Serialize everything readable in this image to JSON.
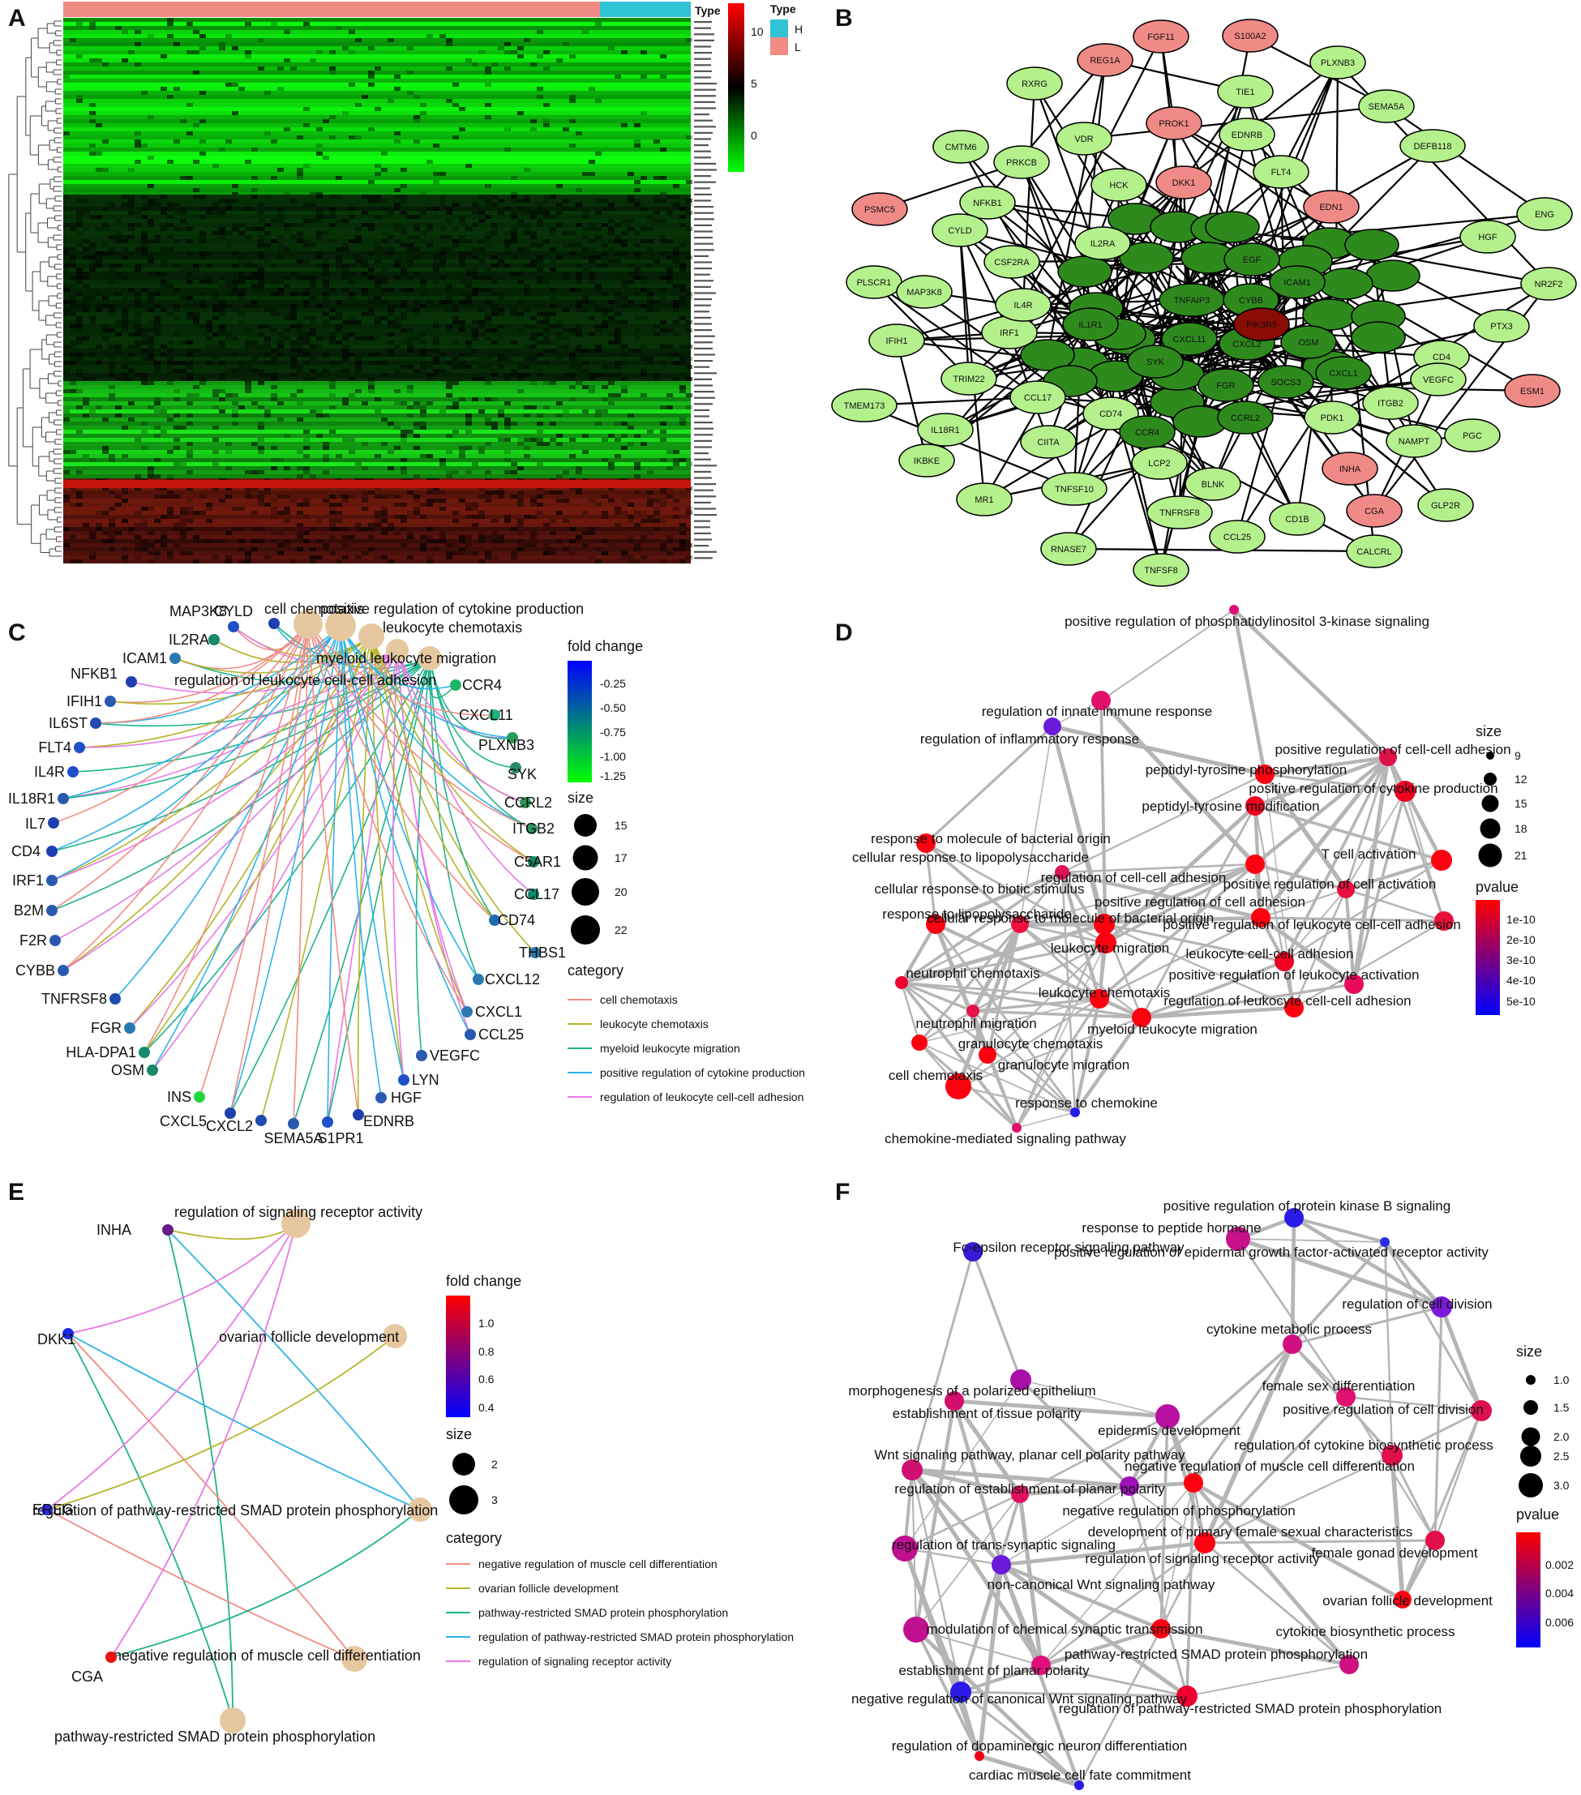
{
  "panels": {
    "A": {
      "label": "A",
      "annotation_title": "Type",
      "legend_title": "Type",
      "legend_items": [
        {
          "name": "H",
          "color": "#2ec4d6"
        },
        {
          "name": "L",
          "color": "#f08c84"
        }
      ],
      "colorbar_ticks": [
        "10",
        "5",
        "0"
      ],
      "colorbar_colors": [
        "#ff0000",
        "#000000",
        "#00ff00"
      ]
    },
    "B": {
      "label": "B",
      "node_labels": [
        "FGF11",
        "S100A2",
        "REG1A",
        "RXRG",
        "TIE1",
        "PLXNB3",
        "SEMA5A",
        "VDR",
        "PROK1",
        "EDNRB",
        "DEFB118",
        "CMTM6",
        "PRKCB",
        "HCK",
        "DKK1",
        "FLT4",
        "PSMC5",
        "NFKB1",
        "ENG",
        "CYLD",
        "HGF",
        "IL2RA",
        "EGF",
        "ICAM1",
        "NR2F2",
        "PLSCR1",
        "CSF2RA",
        "MAP3K8",
        "TNFAIP3",
        "CYBB",
        "PTX3",
        "IFIH1",
        "IRF1",
        "CXCL11",
        "CXCL2",
        "OSM",
        "CD4",
        "TRIM22",
        "SYK",
        "SOCS3",
        "VEGFC",
        "ESM1",
        "TMEM173",
        "CCL17",
        "ITGB2",
        "IL18R1",
        "CD74",
        "NAMPT",
        "PGC",
        "IKBKE",
        "CIITA",
        "CCR4",
        "CCRL2",
        "PDK1",
        "IL4R",
        "INHA",
        "MR1",
        "TNFSF10",
        "LCP2",
        "BLNK",
        "CD1B",
        "CGA",
        "GLP2R",
        "RNASE7",
        "TNFRSF8",
        "CCL25",
        "CALCRL",
        "TNFSF8",
        "IL1R1",
        "PIK3R5",
        "EDN1",
        "FGR",
        "CXCL1"
      ],
      "colors": {
        "light_green": "#b4f08c",
        "dark_green": "#2f8a1e",
        "pink": "#f08a86",
        "dark_red": "#8a0c04"
      }
    },
    "C": {
      "label": "C",
      "genes": [
        "MAP3K8",
        "CYLD",
        "IL2RA",
        "ICAM1",
        "NFKB1",
        "IFIH1",
        "IL6ST",
        "FLT4",
        "IL4R",
        "IL18R1",
        "IL7",
        "CD4",
        "IRF1",
        "B2M",
        "F2R",
        "CYBB",
        "TNFRSF8",
        "FGR",
        "HLA-DPA1",
        "OSM",
        "INS",
        "CXCL5",
        "CXCL2",
        "SEMA5A",
        "S1PR1",
        "EDNRB",
        "HGF",
        "LYN",
        "VEGFC",
        "CCL25",
        "CXCL1",
        "CXCL12",
        "THBS1",
        "CD74",
        "CCL17",
        "C5AR1",
        "ITGB2",
        "CCRL2",
        "SYK",
        "PLXNB3",
        "CXCL11",
        "CCR4"
      ],
      "terms": [
        "cell chemotaxis",
        "positive regulation of cytokine production",
        "leukocyte chemotaxis",
        "myeloid leukocyte migration",
        "regulation of leukocyte cell-cell adhesion"
      ],
      "legend_fold_title": "fold change",
      "fold_ticks": [
        "-0.25",
        "-0.50",
        "-0.75",
        "-1.00",
        "-1.25"
      ],
      "legend_size_title": "size",
      "size_ticks": [
        "15",
        "17",
        "20",
        "22"
      ],
      "legend_category_title": "category",
      "categories": [
        {
          "name": "cell chemotaxis",
          "color": "#f08c84"
        },
        {
          "name": "leukocyte chemotaxis",
          "color": "#b5b52a"
        },
        {
          "name": "myeloid leukocyte migration",
          "color": "#1fb38c"
        },
        {
          "name": "positive regulation of cytokine production",
          "color": "#2eb4e6"
        },
        {
          "name": "regulation of leukocyte cell-cell adhesion",
          "color": "#e67ae6"
        }
      ]
    },
    "D": {
      "label": "D",
      "terms": [
        "positive regulation of phosphatidylinositol 3-kinase signaling",
        "regulation of innate immune response",
        "regulation of inflammatory response",
        "positive regulation of cell-cell adhesion",
        "peptidyl-tyrosine phosphorylation",
        "positive regulation of cytokine production",
        "peptidyl-tyrosine modification",
        "response to molecule of bacterial origin",
        "cellular response to lipopolysaccharide",
        "T cell activation",
        "cellular response to biotic stimulus",
        "regulation of cell-cell adhesion",
        "positive regulation of cell activation",
        "response to lipopolysaccharide",
        "cellular response to molecule of bacterial origin",
        "positive regulation of cell adhesion",
        "positive regulation of leukocyte cell-cell adhesion",
        "leukocyte migration",
        "leukocyte cell-cell adhesion",
        "neutrophil chemotaxis",
        "positive regulation of leukocyte activation",
        "leukocyte chemotaxis",
        "regulation of leukocyte cell-cell adhesion",
        "neutrophil migration",
        "myeloid leukocyte migration",
        "granulocyte chemotaxis",
        "granulocyte migration",
        "cell chemotaxis",
        "response to chemokine",
        "chemokine-mediated signaling pathway"
      ],
      "legend_size_title": "size",
      "size_ticks": [
        "9",
        "12",
        "15",
        "18",
        "21"
      ],
      "legend_p_title": "pvalue",
      "p_ticks": [
        "1e-10",
        "2e-10",
        "3e-10",
        "4e-10",
        "5e-10"
      ]
    },
    "E": {
      "label": "E",
      "genes": [
        "INHA",
        "DKK1",
        "EREG",
        "CGA"
      ],
      "terms": [
        "regulation of signaling receptor activity",
        "ovarian follicle development",
        "regulation of pathway-restricted SMAD protein phosphorylation",
        "negative regulation of muscle cell differentiation",
        "pathway-restricted SMAD protein phosphorylation"
      ],
      "legend_fold_title": "fold change",
      "fold_ticks": [
        "1.0",
        "0.8",
        "0.6",
        "0.4"
      ],
      "legend_size_title": "size",
      "size_ticks": [
        "2",
        "3"
      ],
      "legend_category_title": "category",
      "categories": [
        {
          "name": "negative regulation of muscle cell differentiation",
          "color": "#f08c84"
        },
        {
          "name": "ovarian follicle development",
          "color": "#b5b52a"
        },
        {
          "name": "pathway-restricted SMAD protein phosphorylation",
          "color": "#1fb38c"
        },
        {
          "name": "regulation of pathway-restricted SMAD protein phosphorylation",
          "color": "#2eb4e6"
        },
        {
          "name": "regulation of signaling receptor activity",
          "color": "#e67ae6"
        }
      ]
    },
    "F": {
      "label": "F",
      "terms": [
        "positive regulation of protein kinase B signaling",
        "response to peptide hormone",
        "Fc-epsilon receptor signaling pathway",
        "positive regulation of epidermal growth factor-activated receptor activity",
        "regulation of cell division",
        "cytokine metabolic process",
        "female sex differentiation",
        "morphogenesis of a polarized epithelium",
        "positive regulation of cell division",
        "establishment of tissue polarity",
        "epidermis development",
        "regulation of cytokine biosynthetic process",
        "Wnt signaling pathway, planar cell polarity pathway",
        "negative regulation of muscle cell differentiation",
        "regulation of establishment of planar polarity",
        "negative regulation of phosphorylation",
        "development of primary female sexual characteristics",
        "regulation of trans-synaptic signaling",
        "female gonad development",
        "regulation of signaling receptor activity",
        "non-canonical Wnt signaling pathway",
        "ovarian follicle development",
        "modulation of chemical synaptic transmission",
        "cytokine biosynthetic process",
        "pathway-restricted SMAD protein phosphorylation",
        "establishment of planar polarity",
        "negative regulation of canonical Wnt signaling pathway",
        "regulation of pathway-restricted SMAD protein phosphorylation",
        "regulation of dopaminergic neuron differentiation",
        "cardiac muscle cell fate commitment"
      ],
      "legend_size_title": "size",
      "size_ticks": [
        "1.0",
        "1.5",
        "2.0",
        "2.5",
        "3.0"
      ],
      "legend_p_title": "pvalue",
      "p_ticks": [
        "0.002",
        "0.004",
        "0.006"
      ]
    }
  }
}
